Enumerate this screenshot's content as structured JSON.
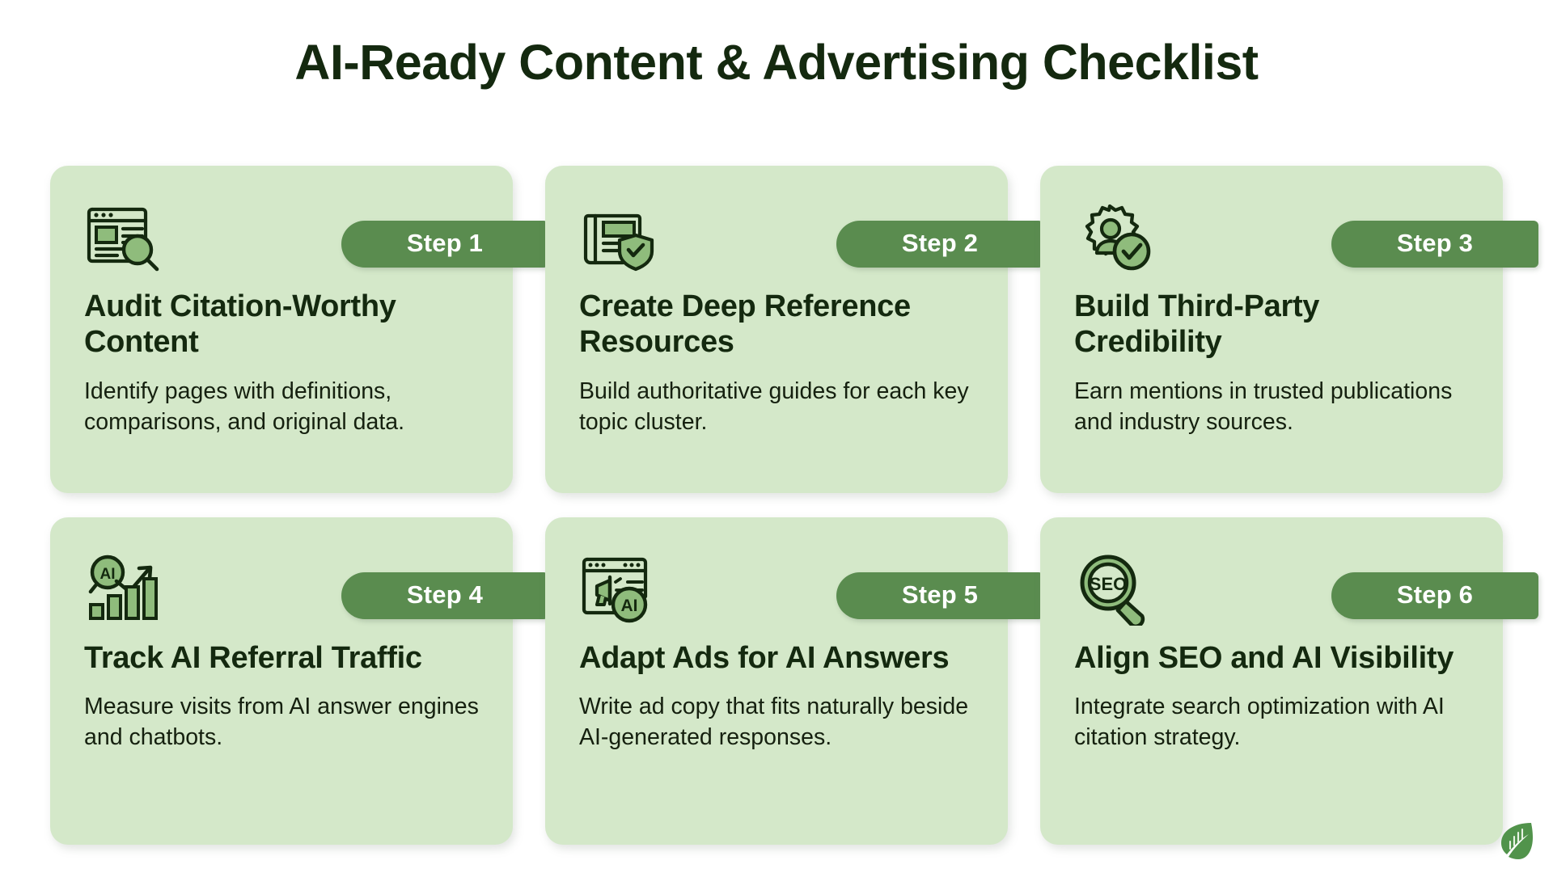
{
  "page": {
    "title": "AI-Ready Content & Advertising Checklist",
    "background_color": "#ffffff",
    "card_color": "#d4e8c9",
    "badge_color": "#5a8c4f",
    "heading_color": "#14290f",
    "icon_accent_color": "#8fbc7c",
    "watermark": "leaf-logo"
  },
  "cards": [
    {
      "badge": "Step 1",
      "heading": "Audit Citation-Worthy Content",
      "body": "Identify pages with definitions, comparisons, and original data.",
      "icon": "browser-window-magnifier-icon"
    },
    {
      "badge": "Step 2",
      "heading": "Create Deep Reference Resources",
      "body": "Build authoritative guides for each key topic cluster.",
      "icon": "document-shield-check-icon"
    },
    {
      "badge": "Step 3",
      "heading": "Build Third-Party Credibility",
      "body": "Earn mentions in trusted publications and industry sources.",
      "icon": "badge-person-check-icon"
    },
    {
      "badge": "Step 4",
      "heading": "Track AI Referral Traffic",
      "body": "Measure visits from AI answer engines and chatbots.",
      "icon": "ai-growth-chart-icon"
    },
    {
      "badge": "Step 5",
      "heading": "Adapt Ads for AI Answers",
      "body": "Write ad copy that fits naturally beside AI-generated responses.",
      "icon": "browser-megaphone-ai-icon"
    },
    {
      "badge": "Step 6",
      "heading": "Align SEO and AI Visibility",
      "body": "Integrate search optimization with AI citation strategy.",
      "icon": "seo-magnifier-icon"
    }
  ]
}
